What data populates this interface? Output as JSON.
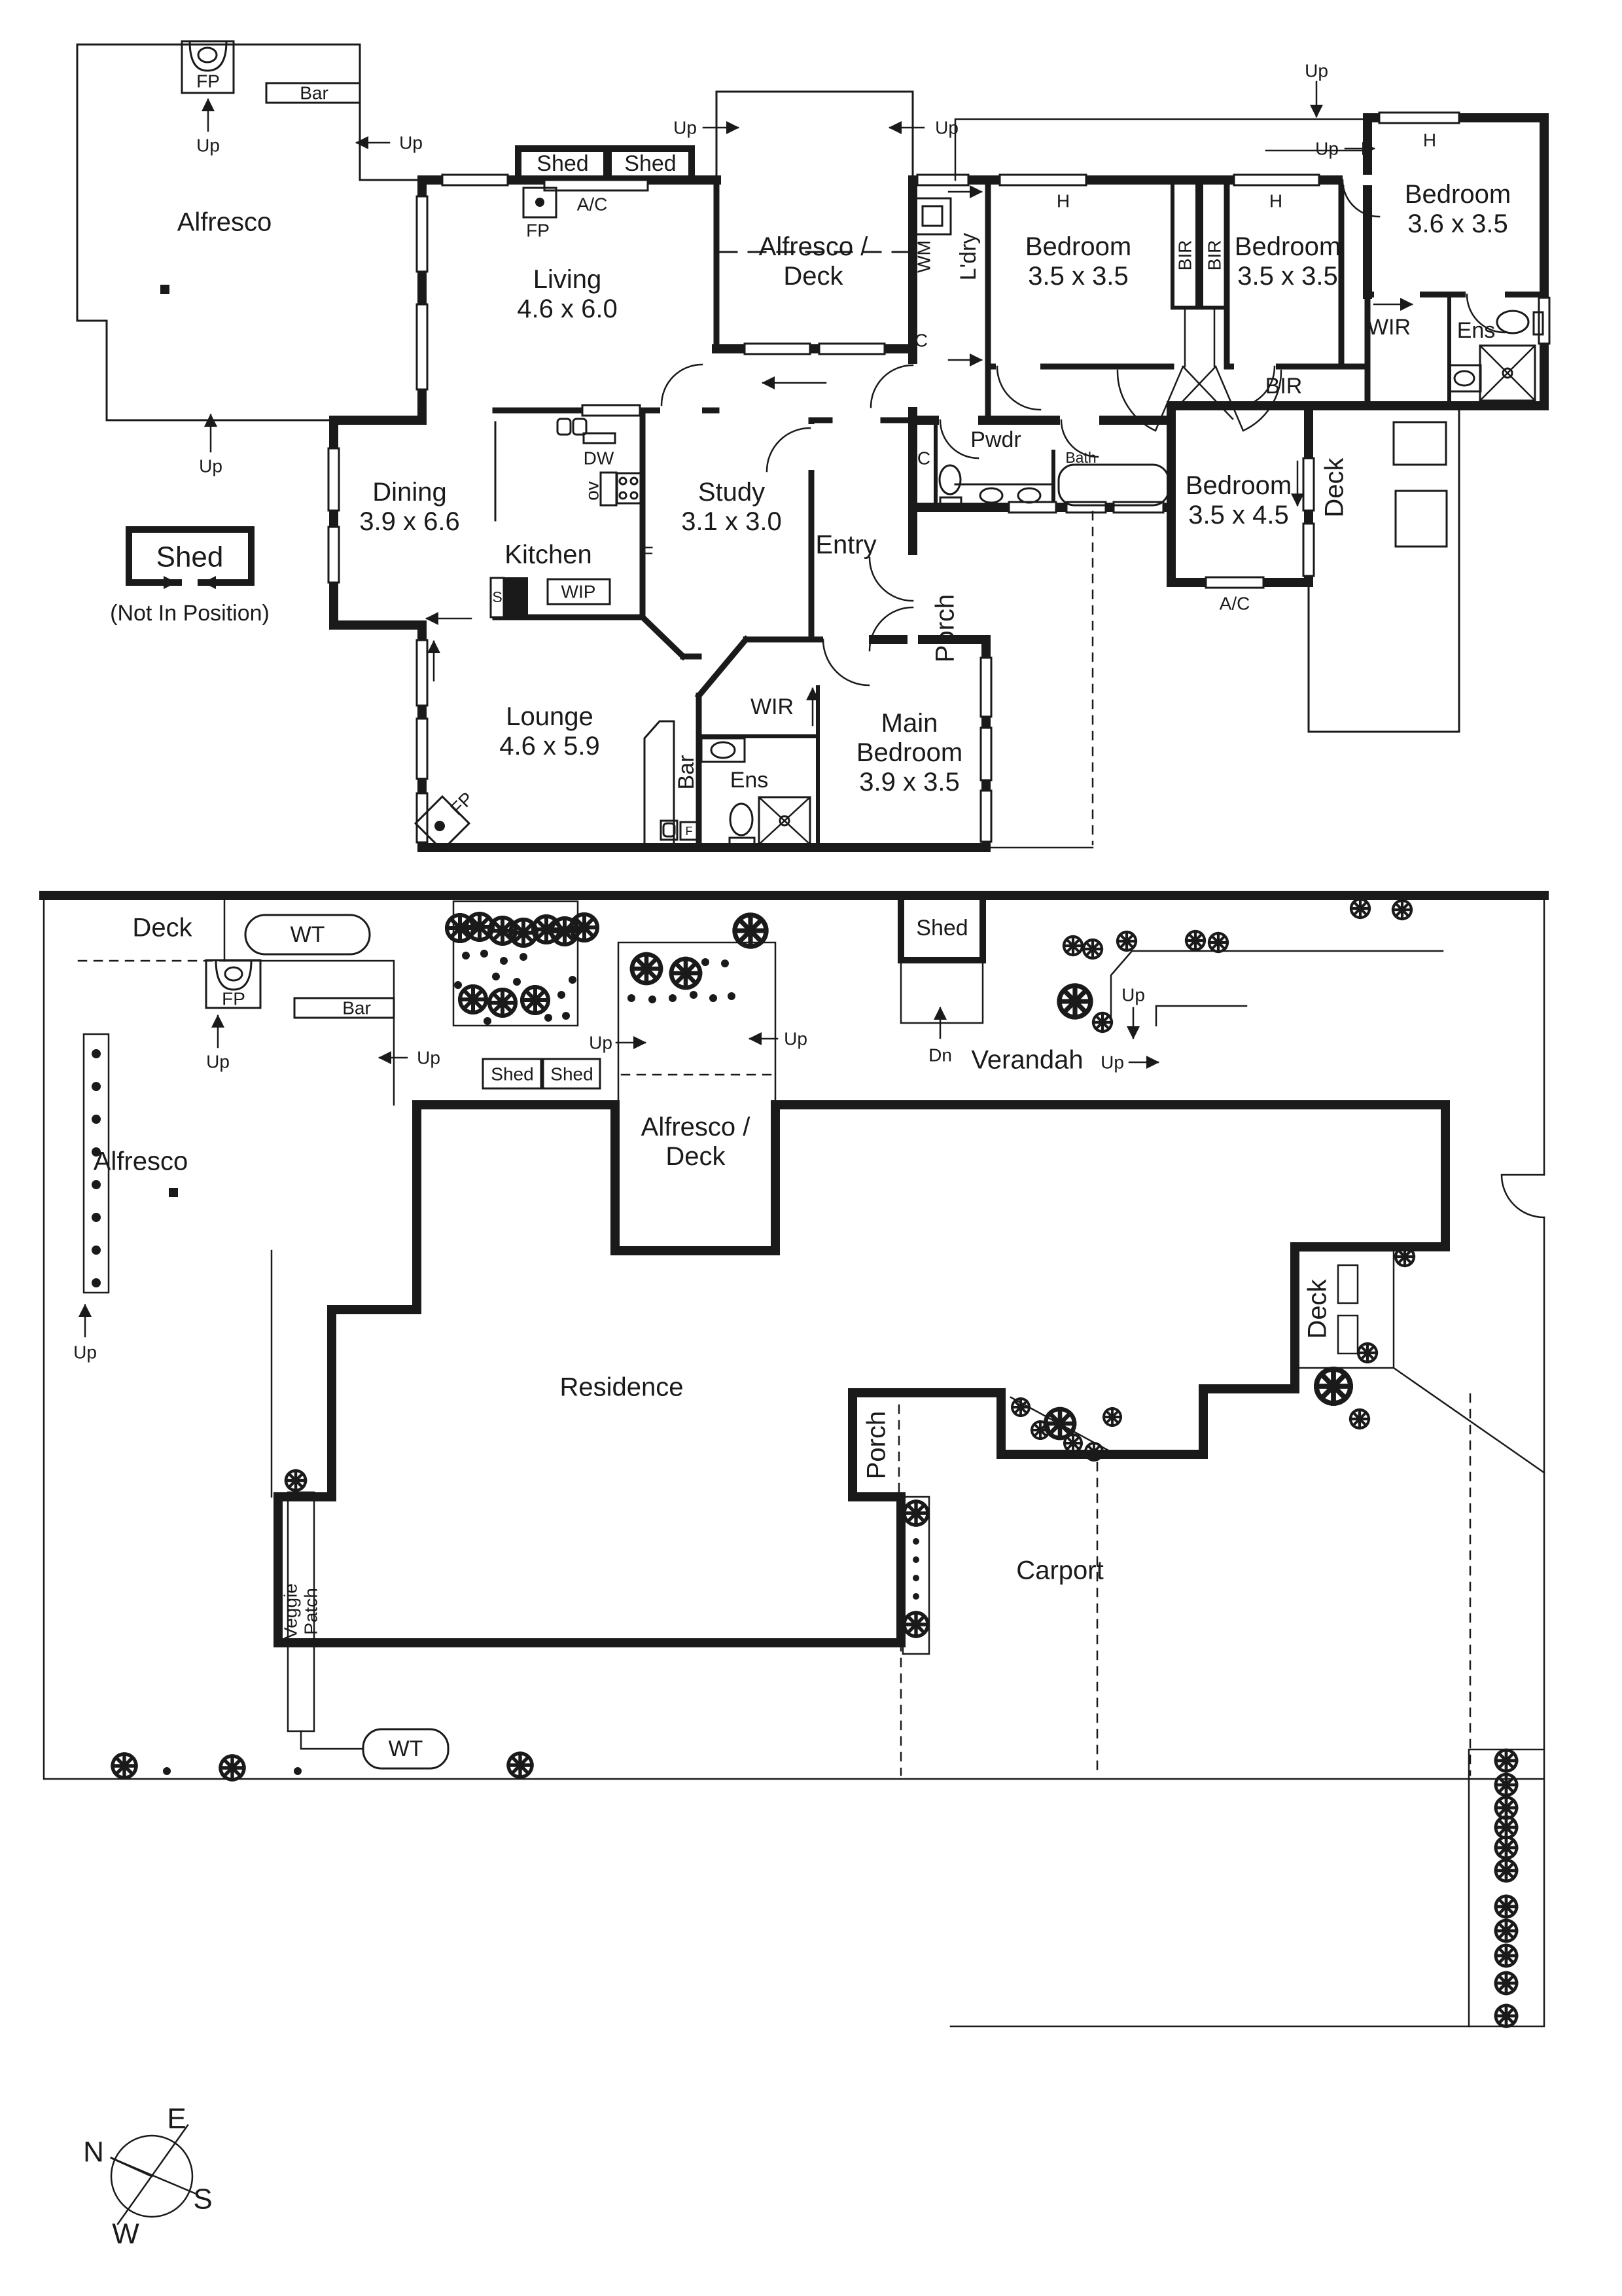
{
  "labels": {
    "alfresco": "Alfresco",
    "living": "Living\n4.6 x 6.0",
    "dining": "Dining\n3.9 x 6.6",
    "kitchen": "Kitchen",
    "study": "Study\n3.1 x 3.0",
    "entry": "Entry",
    "lounge": "Lounge\n4.6 x 5.9",
    "alfresco_deck": "Alfresco /\nDeck",
    "bedroom_35_35": "Bedroom\n3.5 x 3.5",
    "bedroom_36_35": "Bedroom\n3.6 x 3.5",
    "bedroom_35_45": "Bedroom\n3.5 x 4.5",
    "main_bedroom": "Main\nBedroom\n3.9 x 3.5",
    "ldry": "L'dry",
    "pwdr": "Pwdr",
    "bath": "Bath",
    "porch": "Porch",
    "deck": "Deck",
    "shed": "Shed",
    "not_in_position": "(Not In Position)",
    "veggie_patch": "Veggie\nPatch",
    "verandah": "Verandah",
    "residence": "Residence",
    "carport": "Carport",
    "wip": "WIP",
    "wir": "WIR",
    "ens": "Ens",
    "bir": "BIR",
    "wm": "WM",
    "wt": "WT",
    "fp": "FP",
    "ac": "A/C",
    "dw": "DW",
    "ov": "ov",
    "up": "Up",
    "dn": "Dn",
    "bar": "Bar",
    "c": "C",
    "f": "F",
    "s": "S",
    "h": "H"
  },
  "compass": {
    "n": "N",
    "e": "E",
    "s": "S",
    "w": "W"
  }
}
